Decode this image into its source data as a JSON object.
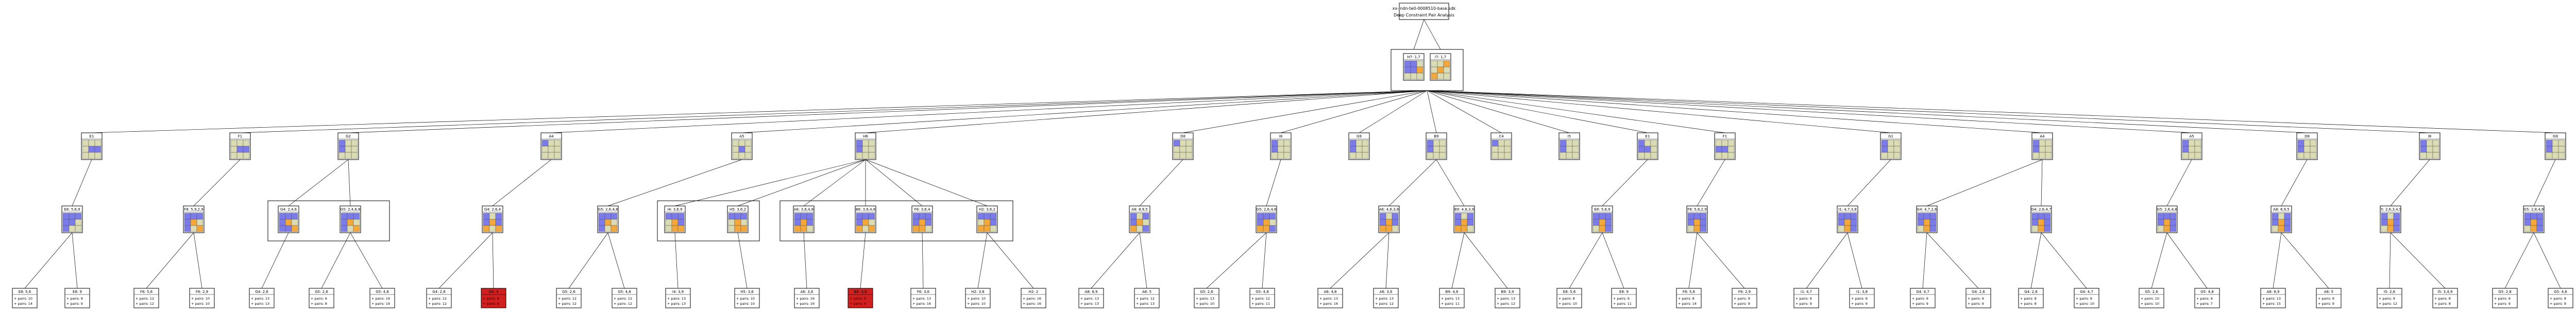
{
  "title": {
    "file": "xx-indn-te0-0008510-base.sdk",
    "subtitle": "Deep Constraint Pair Analysis"
  },
  "colors": {
    "grid_cell": "#dcdcb4",
    "blue": "#7b7bea",
    "orange": "#f4a83c",
    "red": "#d02020",
    "edge": "#000000",
    "box_border": "#000000"
  },
  "root_group": [
    {
      "id": "r1",
      "label": "H7: 1,7"
    },
    {
      "id": "r2",
      "label": "I7: 1,7"
    }
  ],
  "level1": [
    {
      "id": "E1",
      "label": "E1"
    },
    {
      "id": "F1",
      "label": "F1"
    },
    {
      "id": "G2",
      "label": "G2"
    },
    {
      "id": "A4",
      "label": "A4"
    },
    {
      "id": "A5",
      "label": "A5"
    },
    {
      "id": "H6",
      "label": "H6"
    },
    {
      "id": "D8",
      "label": "D8"
    },
    {
      "id": "I8",
      "label": "I8"
    },
    {
      "id": "G9",
      "label": "G9"
    },
    {
      "id": "B9",
      "label": "B9"
    },
    {
      "id": "C4",
      "label": "C4"
    },
    {
      "id": "I5",
      "label": "I5"
    },
    {
      "id": "E1b",
      "label": "E1"
    },
    {
      "id": "F1b",
      "label": "F1"
    },
    {
      "id": "G1",
      "label": "G1"
    },
    {
      "id": "A4b",
      "label": "A4"
    },
    {
      "id": "A5b",
      "label": "A5"
    },
    {
      "id": "D8b",
      "label": "D8"
    },
    {
      "id": "I8b",
      "label": "I8"
    },
    {
      "id": "G9b",
      "label": "G9"
    }
  ],
  "level2": [
    {
      "label": "E8: 5,6,9"
    },
    {
      "label": "F8: 5,9,2,9"
    },
    {
      "label": "G4: 2,4,6"
    },
    {
      "label": "G5: 2,4,6,8"
    },
    {
      "label": "G4: 2,6,4"
    },
    {
      "label": "G5: 2,6,4,8"
    },
    {
      "label": "I4: 3,6,9"
    },
    {
      "label": "H5: 3,6,2"
    },
    {
      "label": "A6: 3,6,4,8"
    },
    {
      "label": "B6: 3,6,4,8"
    },
    {
      "label": "F6: 3,6,4"
    },
    {
      "label": "H2: 3,6,2"
    },
    {
      "label": "A8: 8,9,5"
    },
    {
      "label": "G5: 2,6,4,8"
    },
    {
      "label": "A6: 4,6,3,8"
    },
    {
      "label": "B9: 4,8,3,9"
    },
    {
      "label": "E8: 5,6,9"
    },
    {
      "label": "F8: 5,6,2,9"
    },
    {
      "label": "I1: 4,7,3,8"
    },
    {
      "label": "G4: 4,7,2,6"
    },
    {
      "label": "G4: 2,6,4,7"
    },
    {
      "label": "G5: 2,6,4,8"
    },
    {
      "label": "A8: 8,9,5"
    },
    {
      "label": "I5: 2,6,3,4,9"
    },
    {
      "label": "G5: 2,8,4,6"
    }
  ],
  "leaves": [
    {
      "label": "E8: 5,6",
      "l1": "+ pairs: 10",
      "l2": "+ pairs: 14"
    },
    {
      "label": "E8: 9",
      "l1": "+ pairs: 9",
      "l2": "+ pairs: 9"
    },
    {
      "label": "F8: 5,6",
      "l1": "+ pairs: 12",
      "l2": "+ pairs: 12"
    },
    {
      "label": "F8: 2,9",
      "l1": "+ pairs: 10",
      "l2": "+ pairs: 10"
    },
    {
      "label": "G4: 2,6",
      "l1": "+ pairs: 13",
      "l2": "+ pairs: 13"
    },
    {
      "label": "G5: 2,6",
      "l1": "+ pairs: 6",
      "l2": "+ pairs: 8"
    },
    {
      "label": "G5: 4,8",
      "l1": "+ pairs: 19",
      "l2": "+ pairs: 19"
    },
    {
      "label": "G4: 2,6",
      "l1": "+ pairs: 12",
      "l2": "+ pairs: 12"
    },
    {
      "label": "G4: 4",
      "l1": "+ pairs: 8",
      "l2": "+ pairs: 8"
    },
    {
      "label": "G5: 2,6",
      "l1": "+ pairs: 12",
      "l2": "+ pairs: 12"
    },
    {
      "label": "G5: 4,8",
      "l1": "+ pairs: 12",
      "l2": "+ pairs: 12"
    },
    {
      "label": "I4: 3,9",
      "l1": "+ pairs: 13",
      "l2": "+ pairs: 13"
    },
    {
      "label": "H5: 3,6",
      "l1": "+ pairs: 10",
      "l2": "+ pairs: 10"
    },
    {
      "label": "A6: 3,6",
      "l1": "+ pairs: 16",
      "l2": "+ pairs: 16"
    },
    {
      "label": "B6: 3,6",
      "l1": "+ pairs: 0",
      "l2": "+ pairs: 0"
    },
    {
      "label": "F6: 3,6",
      "l1": "+ pairs: 13",
      "l2": "+ pairs: 16"
    },
    {
      "label": "H2: 3,6",
      "l1": "+ pairs: 10",
      "l2": "+ pairs: 10"
    },
    {
      "label": "H2: 2",
      "l1": "+ pairs: 16",
      "l2": "+ pairs: 16"
    },
    {
      "label": "A8: 8,9",
      "l1": "+ pairs: 13",
      "l2": "+ pairs: 13"
    },
    {
      "label": "A8: 5",
      "l1": "+ pairs: 12",
      "l2": "+ pairs: 13"
    },
    {
      "label": "G5: 2,6",
      "l1": "+ pairs: 13",
      "l2": "+ pairs: 10"
    },
    {
      "label": "G5: 4,8",
      "l1": "+ pairs: 12",
      "l2": "+ pairs: 11"
    },
    {
      "label": "A6: 4,8",
      "l1": "+ pairs: 13",
      "l2": "+ pairs: 16"
    },
    {
      "label": "A6: 3,6",
      "l1": "+ pairs: 13",
      "l2": "+ pairs: 12"
    },
    {
      "label": "B9: 4,8",
      "l1": "+ pairs: 13",
      "l2": "+ pairs: 11"
    },
    {
      "label": "B9: 3,9",
      "l1": "+ pairs: 13",
      "l2": "+ pairs: 12"
    },
    {
      "label": "E8: 5,6",
      "l1": "+ pairs: 8",
      "l2": "+ pairs: 10"
    },
    {
      "label": "E8: 9",
      "l1": "+ pairs: 9",
      "l2": "+ pairs: 11"
    },
    {
      "label": "F8: 5,6",
      "l1": "+ pairs: 8",
      "l2": "+ pairs: 14"
    },
    {
      "label": "F8: 2,9",
      "l1": "+ pairs: 9",
      "l2": "+ pairs: 9"
    },
    {
      "label": "I1: 4,7",
      "l1": "+ pairs: 9",
      "l2": "+ pairs: 9"
    },
    {
      "label": "I1: 3,8",
      "l1": "+ pairs: 9",
      "l2": "+ pairs: 9"
    },
    {
      "label": "G4: 4,7",
      "l1": "+ pairs: 9",
      "l2": "+ pairs: 9"
    },
    {
      "label": "G4: 2,6",
      "l1": "+ pairs: 9",
      "l2": "+ pairs: 9"
    },
    {
      "label": "G4: 2,6",
      "l1": "+ pairs: 8",
      "l2": "+ pairs: 8"
    },
    {
      "label": "G4: 4,7",
      "l1": "+ pairs: 9",
      "l2": "+ pairs: 10"
    },
    {
      "label": "G5: 2,6",
      "l1": "+ pairs: 10",
      "l2": "+ pairs: 10"
    },
    {
      "label": "G5: 4,8",
      "l1": "+ pairs: 9",
      "l2": "+ pairs: 7"
    },
    {
      "label": "A8: 8,9",
      "l1": "+ pairs: 13",
      "l2": "+ pairs: 15"
    },
    {
      "label": "A8: 5",
      "l1": "+ pairs: 9",
      "l2": "+ pairs: 9"
    },
    {
      "label": "I5: 2,6",
      "l1": "+ pairs: 9",
      "l2": "+ pairs: 12"
    },
    {
      "label": "I5: 3,4,9",
      "l1": "+ pairs: 8",
      "l2": "+ pairs: 8"
    },
    {
      "label": "G5: 2,8",
      "l1": "+ pairs: 9",
      "l2": "+ pairs: 9"
    },
    {
      "label": "G5: 4,6",
      "l1": "+ pairs: 9",
      "l2": "+ pairs: 9"
    }
  ]
}
